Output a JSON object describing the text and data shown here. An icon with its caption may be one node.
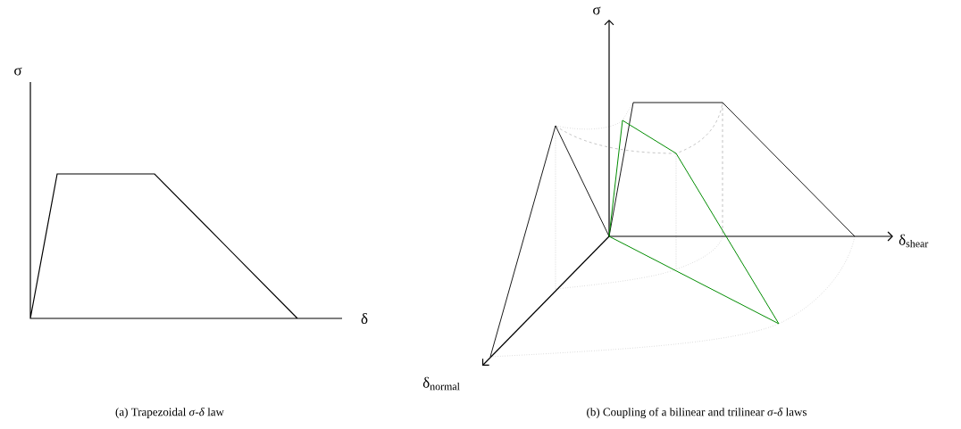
{
  "diagram": {
    "labels": [
      "σ",
      "δ",
      "σ",
      "δ$_{shear}$",
      "δ$_{normal}$",
      "(a)  Trapezoidal *σ*-*δ* law",
      "(b)  Coupling of a bilinear and trilinear *σ*-*δ* laws"
    ]
  }
}
